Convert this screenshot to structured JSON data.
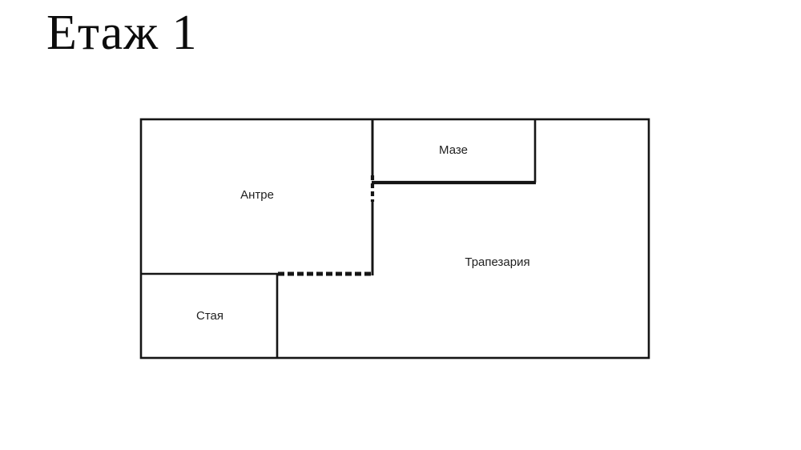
{
  "title": "Етаж 1",
  "floorplan": {
    "rooms": [
      {
        "label": "Антре"
      },
      {
        "label": "Мазе"
      },
      {
        "label": "Трапезария"
      },
      {
        "label": "Стая"
      }
    ]
  }
}
